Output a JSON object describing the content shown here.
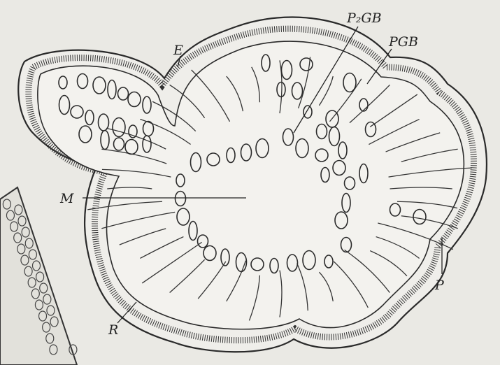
{
  "labels": {
    "E": "E",
    "P2GB": "P₂GB",
    "PGB": "PGB",
    "M": "M",
    "P": "P",
    "R": "R"
  },
  "colors": {
    "paper": "#eae9e4",
    "ink": "#2a2a2a"
  }
}
